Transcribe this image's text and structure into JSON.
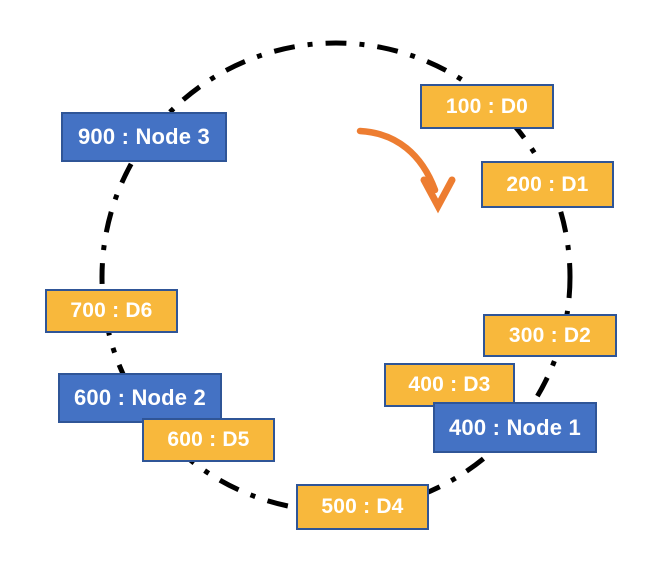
{
  "colors": {
    "background": "#ffffff",
    "dataFill": "#F8B83C",
    "nodeFill": "#4472C4",
    "boxBorder": "#2F5597",
    "ringStroke": "#000000",
    "arrowStroke": "#ED7D31",
    "boxText": "#ffffff"
  },
  "ring": {
    "style": "dash-dot",
    "items_clockwise": [
      "100 : D0",
      "200 : D1",
      "300 : D2",
      "400 : D3",
      "400 : Node 1",
      "500 : D4",
      "600 : D5",
      "600 : Node 2",
      "700 : D6",
      "900 : Node 3"
    ]
  },
  "boxes": [
    {
      "label": "100 : D0",
      "type": "data"
    },
    {
      "label": "200 : D1",
      "type": "data"
    },
    {
      "label": "300 : D2",
      "type": "data"
    },
    {
      "label": "400 : D3",
      "type": "data"
    },
    {
      "label": "400 : Node 1",
      "type": "node"
    },
    {
      "label": "500 : D4",
      "type": "data"
    },
    {
      "label": "600 : D5",
      "type": "data"
    },
    {
      "label": "600 : Node 2",
      "type": "node"
    },
    {
      "label": "700 : D6",
      "type": "data"
    },
    {
      "label": "900 : Node 3",
      "type": "node"
    }
  ],
  "icons": {
    "arrow": "clockwise-curved-arrow"
  }
}
